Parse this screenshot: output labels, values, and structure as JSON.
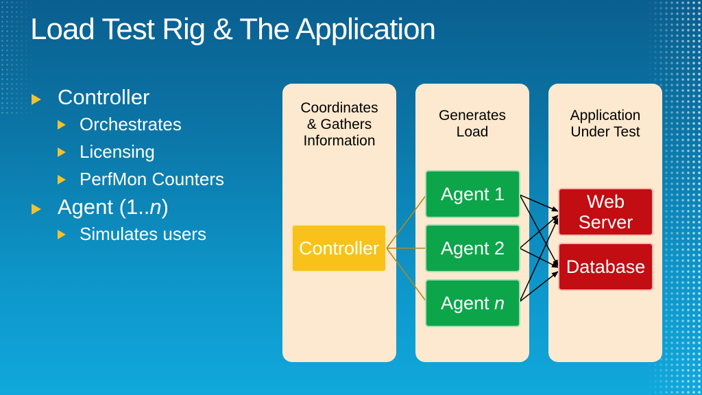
{
  "slide": {
    "title": "Load Test Rig & The Application"
  },
  "bullets": {
    "controller": "Controller",
    "controller_items": [
      "Orchestrates",
      "Licensing",
      "PerfMon Counters"
    ],
    "agent_prefix": "Agent (1..",
    "agent_italic": "n",
    "agent_suffix": ")",
    "agent_items": [
      "Simulates users"
    ]
  },
  "diagram": {
    "panel1_label_lines": [
      "Coordinates",
      "& Gathers",
      "Information"
    ],
    "panel2_label_lines": [
      "Generates",
      "Load"
    ],
    "panel3_label_lines": [
      "Application",
      "Under Test"
    ],
    "controller_box": "Controller",
    "agent1": "Agent 1",
    "agent2": "Agent 2",
    "agentn_prefix": "Agent ",
    "agentn_italic": "n",
    "web_server_lines": [
      "Web",
      "Server"
    ],
    "database": "Database"
  },
  "colors": {
    "bullet_marker": "#f2c12e",
    "panel": "#fde9cf",
    "agent_box": "#0da54a",
    "controller_box": "#f8c21a",
    "target_box": "#c20d12"
  }
}
